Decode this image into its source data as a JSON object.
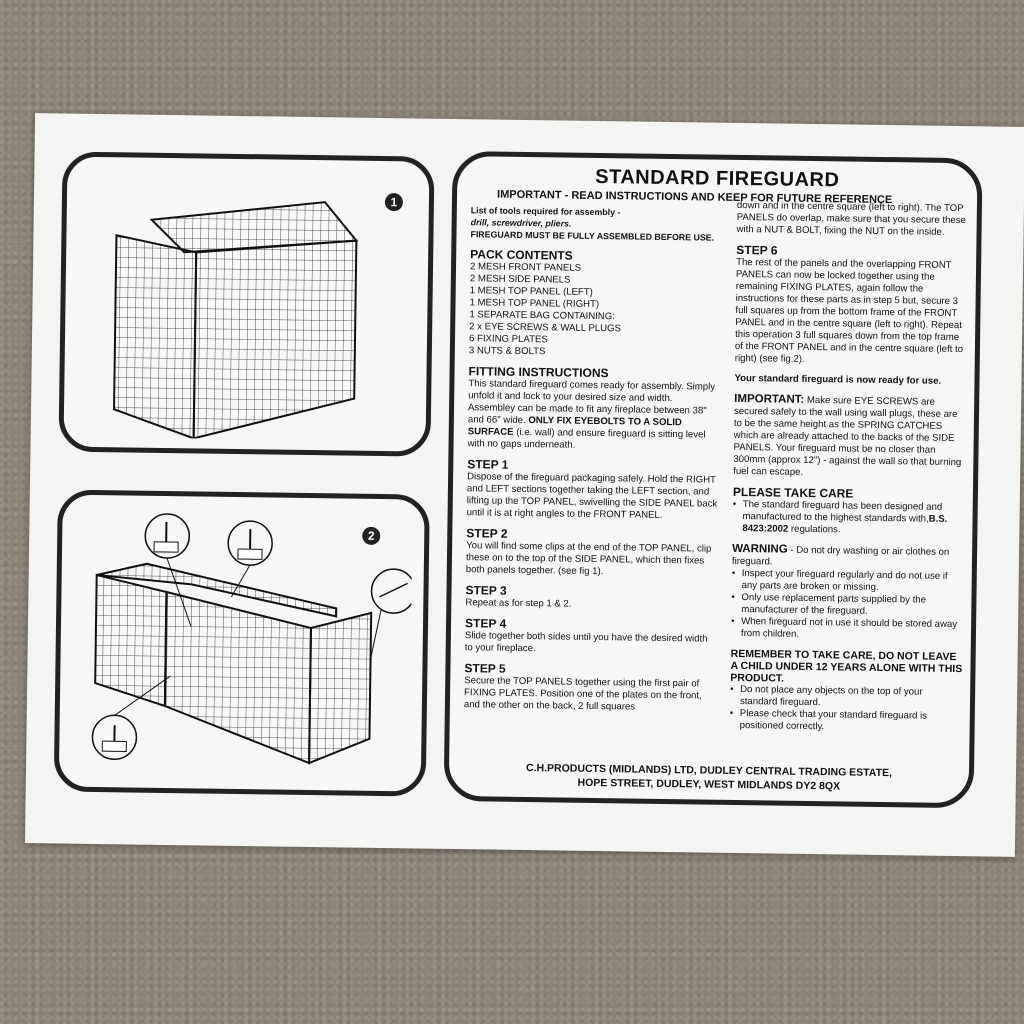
{
  "title": "STANDARD FIREGUARD",
  "subtitle": "IMPORTANT - READ INSTRUCTIONS AND KEEP FOR FUTURE REFERENCE",
  "figures": {
    "fig1": "1",
    "fig2": "2"
  },
  "tools": {
    "label": "List of tools required for assembly -",
    "items": "drill, screwdriver, pliers.",
    "note": "FIREGUARD MUST BE  FULLY  ASSEMBLED BEFORE USE."
  },
  "pack_contents": {
    "heading": "PACK CONTENTS",
    "items": [
      "2 MESH FRONT PANELS",
      "2 MESH SIDE PANELS",
      "1 MESH TOP PANEL (LEFT)",
      "1 MESH TOP PANEL (RIGHT)",
      "1 SEPARATE BAG CONTAINING:",
      "2 x EYE SCREWS & WALL PLUGS",
      "6 FIXING PLATES",
      "3 NUTS & BOLTS"
    ]
  },
  "fitting": {
    "heading": "FITTING INSTRUCTIONS",
    "text1": "This standard fireguard comes ready for assembly. Simply unfold it and lock to your desired size and width. Assembley can be made to fit any fireplace between 38\" and 66\" wide. ",
    "bold": "ONLY FIX EYEBOLTS TO A SOLID SURFACE",
    "text2": " (i.e. wall) and ensure fireguard is sitting level with no gaps underneath."
  },
  "step1": {
    "heading": "STEP 1",
    "text": "Dispose of the fireguard packaging safely. Hold the RIGHT and LEFT sections together taking the LEFT section, and lifting up the TOP PANEL, swivelling the SIDE PANEL back until it is at right angles to the FRONT PANEL."
  },
  "step2": {
    "heading": "STEP 2",
    "text": "You will find some clips at the end of the TOP PANEL, clip these on to the top of the SIDE PANEL, which then fixes both panels together. (see fig 1)."
  },
  "step3": {
    "heading": "STEP 3",
    "text": "Repeat as for step 1 & 2."
  },
  "step4": {
    "heading": "STEP 4",
    "text": "Slide together both sides until you have the desired width to your fireplace."
  },
  "step5": {
    "heading": "STEP 5",
    "text": "Secure the TOP PANELS together using the first pair of FIXING PLATES. Position one of the plates on the front, and the other on the back, 2 full squares"
  },
  "step5_cont": "down and in the centre square (left to right). The TOP PANELS do overlap, make sure that you secure these with a NUT & BOLT, fixing the NUT on the inside.",
  "step6": {
    "heading": "STEP 6",
    "text": "The rest of the panels and the overlapping FRONT PANELS can now be locked together using the remaining FIXING PLATES, again follow the instructions for these parts as in step 5 but, secure 3 full squares up from the bottom frame of the FRONT PANEL and in the centre square (left to right). Repeat this operation 3 full squares down from the top frame of the FRONT PANEL and in the centre square (left to right) (see fig.2)."
  },
  "ready": "Your standard fireguard is now ready for use.",
  "important": {
    "heading": "IMPORTANT:",
    "text": " Make sure EYE SCREWS are secured safely to the wall using wall plugs, these are to be the same height as the SPRING CATCHES which are already attached to the backs of the SIDE PANELS. Your fireguard must be no closer than 300mm (approx 12\") - against the wall so that burning fuel can escape."
  },
  "please_take_care": {
    "heading": "PLEASE TAKE CARE",
    "text": "The standard fireguard has been designed and manufactured to the highest standards with,",
    "bold": "B.S. 8423:2002",
    "tail": " regulations."
  },
  "warning": {
    "heading": "WARNING",
    "first": " - Do not dry washing or air clothes on fireguard.",
    "items": [
      "Inspect your fireguard regularly and do not use if any parts are broken or missing.",
      "Only use replacement parts supplied by the manufacturer of the fireguard.",
      "When fireguard not in use it should be stored away from children."
    ]
  },
  "remember": {
    "text": "REMEMBER TO TAKE CARE, DO NOT LEAVE A CHILD UNDER 12 YEARS ALONE WITH THIS PRODUCT.",
    "items": [
      "Do not place any objects on the top of your standard fireguard.",
      "Please check that your standard fireguard is positioned correctly."
    ]
  },
  "footer": {
    "line1": "C.H.PRODUCTS (MIDLANDS) LTD, DUDLEY CENTRAL TRADING ESTATE,",
    "line2": "HOPE STREET, DUDLEY, WEST MIDLANDS DY2 8QX"
  }
}
